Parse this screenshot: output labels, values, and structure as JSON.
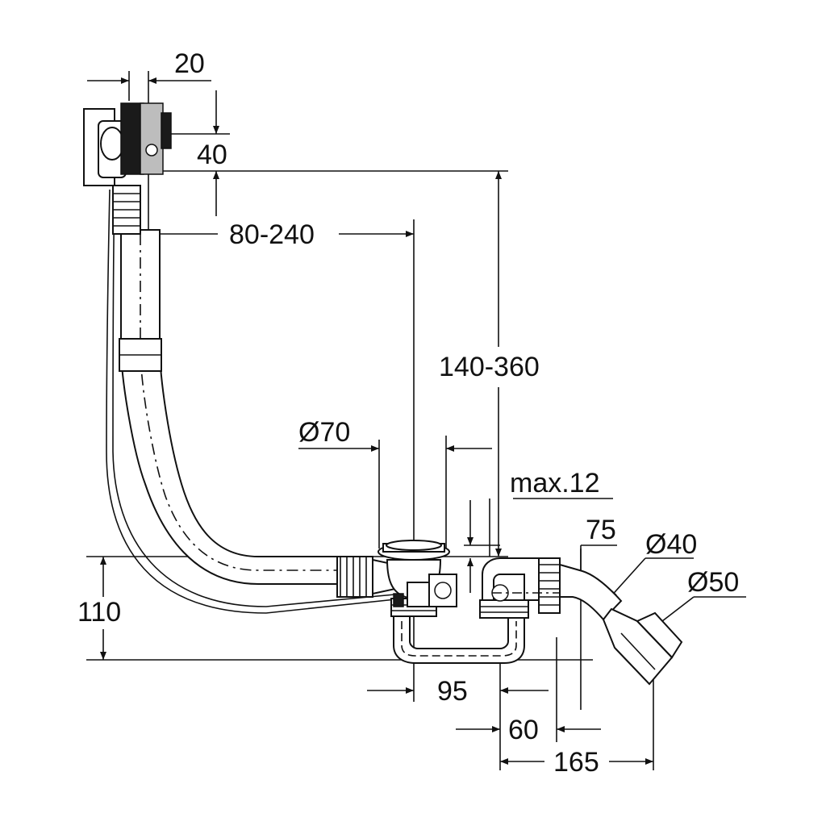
{
  "drawing": {
    "kind": "bath waste and overflow set",
    "dimensions": {
      "d20": "20",
      "d40": "40",
      "d80_240": "80-240",
      "d140_360": "140-360",
      "dia70": "Ø70",
      "max12": "max.12",
      "d75": "75",
      "dia40": "Ø40",
      "dia50": "Ø50",
      "d110": "110",
      "d95": "95",
      "d60": "60",
      "d165": "165"
    }
  }
}
